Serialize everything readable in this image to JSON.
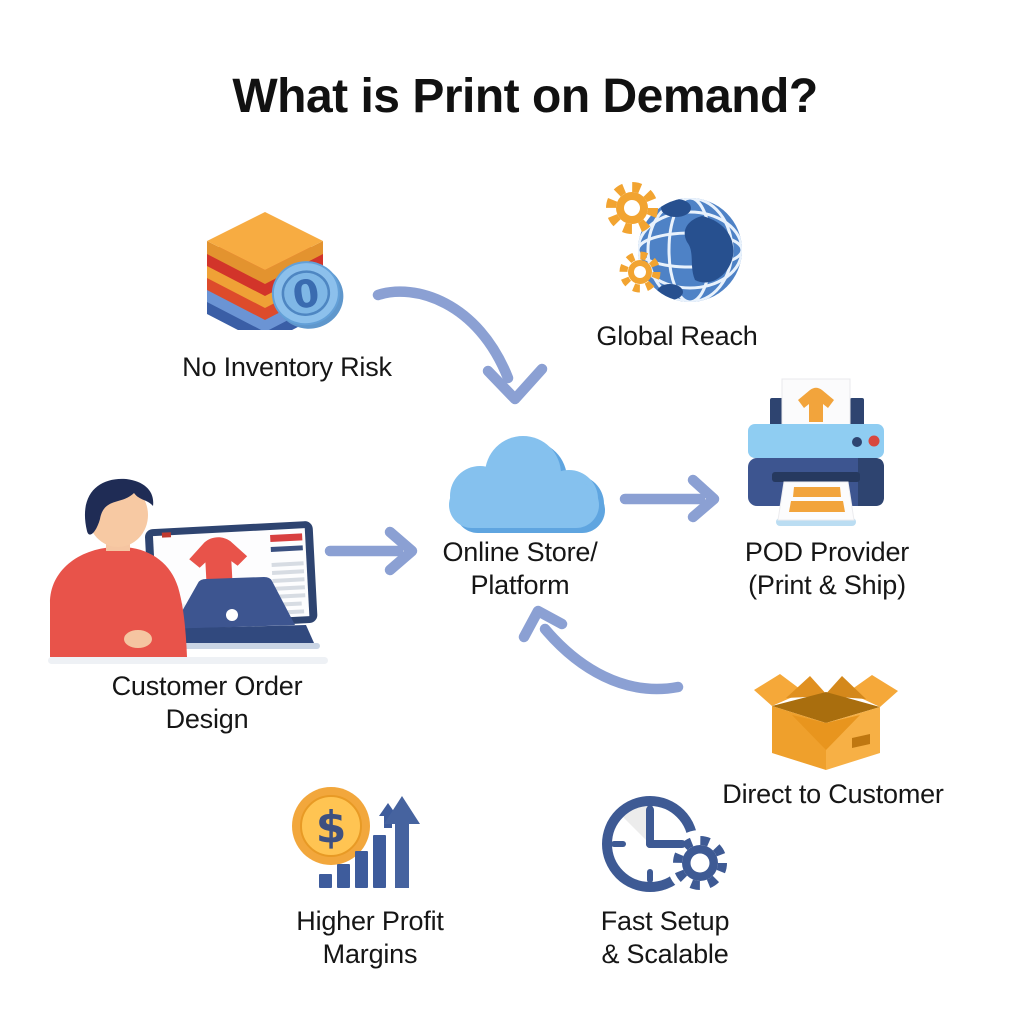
{
  "title": "What is Print on Demand?",
  "nodes": {
    "no_inventory_risk": {
      "label": "No Inventory Risk"
    },
    "global_reach": {
      "label": "Global Reach"
    },
    "online_store": {
      "line1": "Online Store/",
      "line2": "Platform"
    },
    "pod_provider": {
      "line1": "POD Provider",
      "line2": "(Print & Ship)"
    },
    "customer_order": {
      "line1": "Customer Order",
      "line2": "Design"
    },
    "direct_to_customer": {
      "label": "Direct to Customer"
    },
    "higher_profit_margins": {
      "line1": "Higher Profit",
      "line2": "Margins"
    },
    "fast_setup_scalable": {
      "line1": "Fast Setup",
      "line2": "& Scalable"
    }
  },
  "icon_text": {
    "inventory_coin_value": "0",
    "profit_coin_symbol": "$"
  },
  "colors": {
    "background": "#FFFFFF",
    "text": "#161616",
    "arrow": "#8BA0D3",
    "cloud_blue": "#85C1EE",
    "cloud_shade": "#5FA5E0",
    "navy": "#3D5590",
    "navy_dark": "#2E4470",
    "orange": "#F2A63B",
    "red": "#E0463C",
    "gold_coin": "#FFC452",
    "globe_blue": "#4E82C6",
    "skin": "#F6C8A2",
    "shirt_red": "#E8534A"
  }
}
